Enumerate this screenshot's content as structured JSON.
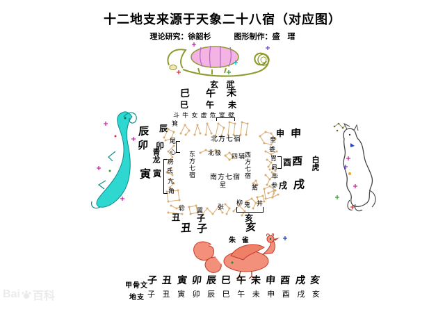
{
  "title": "十二地支来源于天象二十八宿（对应图）",
  "credits": {
    "research": "理论研究：徐韶杉",
    "graphics": "图形制作：盛　瑨"
  },
  "creatures": {
    "north": "玄 武",
    "east": "青龙",
    "west": "白虎",
    "south": "朱 雀"
  },
  "center": {
    "north": "北方七宿",
    "east": "东方七宿",
    "west": "西方七宿",
    "south": "南方七宿",
    "pole": "北极",
    "assist": "四辅"
  },
  "mansions": {
    "north": [
      "斗",
      "牛",
      "女",
      "虚",
      "危",
      "室",
      "壁"
    ],
    "east": [
      "箕",
      "尾",
      "心",
      "房",
      "氐",
      "亢",
      "角"
    ],
    "west": [
      "奎",
      "娄",
      "胃",
      "昴",
      "毕",
      "觜",
      "参"
    ],
    "south": [
      "轸",
      "翼",
      "张",
      "星",
      "柳",
      "鬼",
      "井"
    ]
  },
  "branches": {
    "top": [
      "巳",
      "午",
      "未"
    ],
    "left": [
      "辰",
      "卯",
      "寅"
    ],
    "right": [
      "申",
      "酉",
      "戌"
    ],
    "bottom": [
      "丑",
      "子",
      "亥"
    ]
  },
  "table": {
    "row1_label": "甲骨文",
    "row2_label": "地支",
    "cells": [
      "子",
      "丑",
      "寅",
      "卯",
      "辰",
      "巳",
      "午",
      "未",
      "申",
      "酉",
      "戌",
      "亥"
    ]
  },
  "watermark": {
    "text": "Bai",
    "suffix": "百科"
  },
  "colors": {
    "constellation": "#d8ac72",
    "dragon": "#2ed8d0",
    "dragon_line": "#0a8c8c",
    "bird": "#f2907c",
    "bird_line": "#c53826",
    "shell": "#f3b3e3",
    "snake": "#8f9a2e",
    "tiger_line": "#444444"
  }
}
